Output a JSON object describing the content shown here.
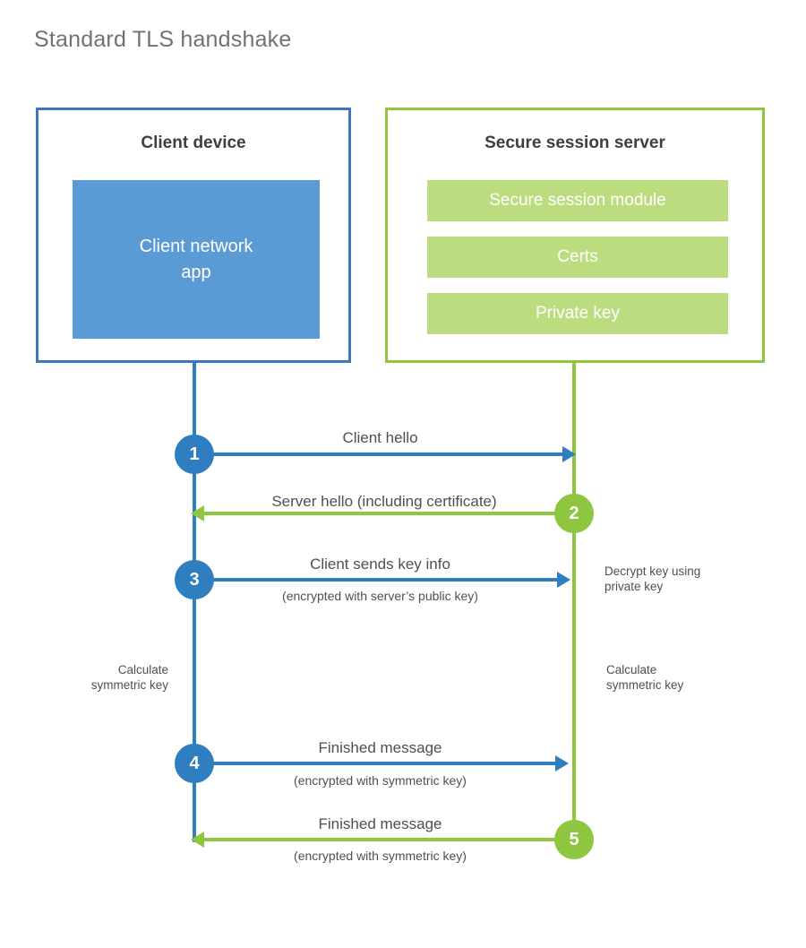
{
  "title": "Standard TLS handshake",
  "colors": {
    "client_border": "#3f77b9",
    "client_fill": "#5b9bd5",
    "client_accent": "#2f7fc0",
    "server_border": "#8fc63f",
    "server_fill": "#bcdd7f",
    "server_accent": "#8fc63f",
    "title_text": "#6f7376",
    "body_text": "#4c5053",
    "heading_text": "#3b3f42",
    "background": "#ffffff"
  },
  "client": {
    "title": "Client device",
    "app_label": "Client network\napp"
  },
  "server": {
    "title": "Secure session server",
    "components": [
      {
        "label": "Secure session module"
      },
      {
        "label": "Certs"
      },
      {
        "label": "Private key"
      }
    ]
  },
  "steps": [
    {
      "number": "1",
      "side": "client",
      "direction": "right",
      "label": "Client hello",
      "sublabel": ""
    },
    {
      "number": "2",
      "side": "server",
      "direction": "left",
      "label": "Server hello (including certificate)",
      "sublabel": ""
    },
    {
      "number": "3",
      "side": "client",
      "direction": "right",
      "label": "Client sends key info",
      "sublabel": "(encrypted with server’s public key)"
    },
    {
      "number": "4",
      "side": "client",
      "direction": "right",
      "label": "Finished message",
      "sublabel": "(encrypted with symmetric key)"
    },
    {
      "number": "5",
      "side": "server",
      "direction": "left",
      "label": "Finished message",
      "sublabel": "(encrypted with symmetric key)"
    }
  ],
  "annotations": {
    "server_decrypt": "Decrypt key using\nprivate key",
    "client_calculate": "Calculate\nsymmetric key",
    "server_calculate": "Calculate\nsymmetric key"
  }
}
